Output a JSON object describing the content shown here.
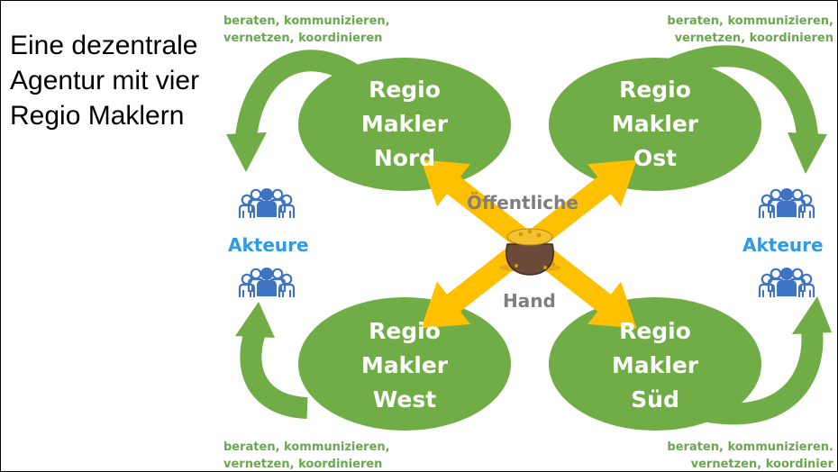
{
  "title": {
    "lines": [
      "Eine dezentrale",
      "Agentur mit vier",
      "Regio Maklern"
    ]
  },
  "captions": {
    "top_left": {
      "line1": "beraten, kommunizieren,",
      "line2": "vernetzen, koordinieren"
    },
    "top_right": {
      "line1": "beraten, kommunizieren,",
      "line2": "vernetzen, koordinieren"
    },
    "bottom_left": {
      "line1": "beraten, kommunizieren,",
      "line2": "vernetzen, koordinieren"
    },
    "bottom_right": {
      "line1": "beraten, kommunizieren.",
      "line2": "vernetzen, koordinier"
    }
  },
  "regions": {
    "nord": [
      "Regio",
      "Makler",
      "Nord"
    ],
    "ost": [
      "Regio",
      "Makler",
      "Ost"
    ],
    "west": [
      "Regio",
      "Makler",
      "West"
    ],
    "sued": [
      "Regio",
      "Makler",
      "Süd"
    ]
  },
  "center": {
    "top_word": "Öffentliche",
    "bottom_word": "Hand",
    "image": "money-pot-icon"
  },
  "actors": {
    "left_label": "Akteure",
    "right_label": "Akteure",
    "icon": "people-group-icon"
  },
  "colors": {
    "ellipse": "#70ad47",
    "caption_text": "#6aa84f",
    "curved_arrow": "#70ad47",
    "center_arrows": "#ffc000",
    "actors_text": "#2e9be6",
    "actors_icon": "#3f74c4",
    "center_text": "#7f7f7f"
  }
}
